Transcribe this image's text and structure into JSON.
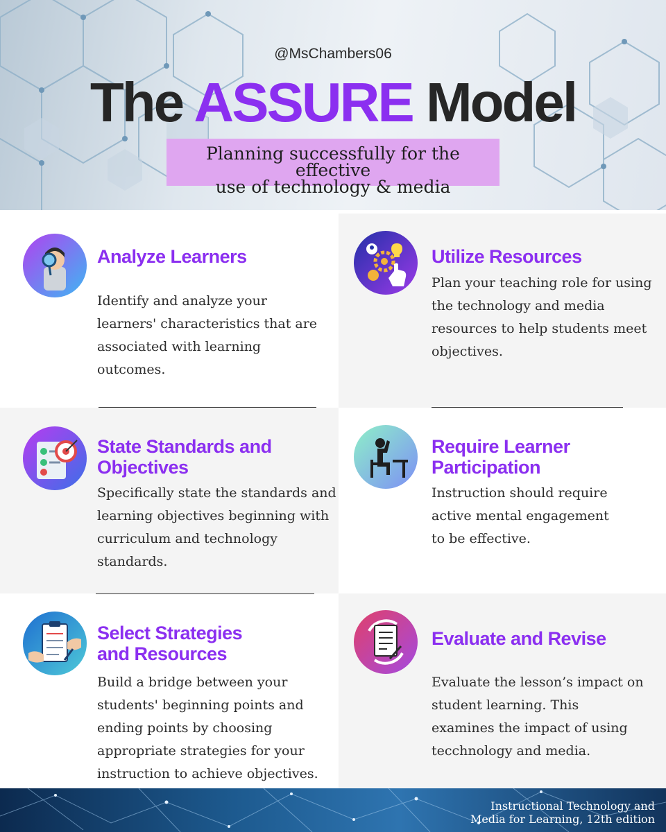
{
  "header": {
    "handle": "@MsChambers06",
    "title_prefix": "The",
    "title_accent": "ASSURE",
    "title_suffix": "Model",
    "subtitle_line1": "Planning successfully for the effective",
    "subtitle_line2": "use of technology & media"
  },
  "colors": {
    "accent": "#8b2ff0",
    "subtitle_bg": "#dfa6f0",
    "card_gray": "#f4f4f4",
    "footer_blue": "#1d5a8f"
  },
  "cards": [
    {
      "icon": "magnifier-learner-icon",
      "title_line1": "Analyze Learners",
      "title_line2": "",
      "body": [
        "Identify and analyze your",
        "learners' characteristics that are",
        "associated with learning",
        "outcomes."
      ]
    },
    {
      "icon": "gear-hand-resources-icon",
      "title_line1": "Utilize Resources",
      "title_line2": "",
      "body": [
        "Plan your teaching role for using",
        "the technology and media",
        "resources to help students meet",
        "objectives."
      ]
    },
    {
      "icon": "target-checklist-icon",
      "title_line1": "State Standards and",
      "title_line2": "Objectives",
      "body": [
        "Specifically state the standards and",
        "learning objectives beginning with",
        "curriculum and technology",
        "standards."
      ]
    },
    {
      "icon": "student-desk-icon",
      "title_line1": "Require Learner",
      "title_line2": "Participation",
      "body": [
        "Instruction should require",
        "active mental engagement",
        "to be effective."
      ]
    },
    {
      "icon": "clipboard-strategy-icon",
      "title_line1": "Select Strategies",
      "title_line2": "and Resources",
      "body": [
        "Build a bridge between your",
        "students' beginning points and",
        "ending points by choosing",
        "appropriate strategies for your",
        "instruction to achieve objectives."
      ]
    },
    {
      "icon": "document-revise-icon",
      "title_line1": "Evaluate and Revise",
      "title_line2": "",
      "body": [
        "Evaluate the lesson’s impact on",
        "student learning.  This",
        "examines the impact of using",
        "tecchnology and media."
      ]
    }
  ],
  "footer": {
    "line1": "Instructional Technology and",
    "line2": "Media for Learning, 12th edition"
  }
}
